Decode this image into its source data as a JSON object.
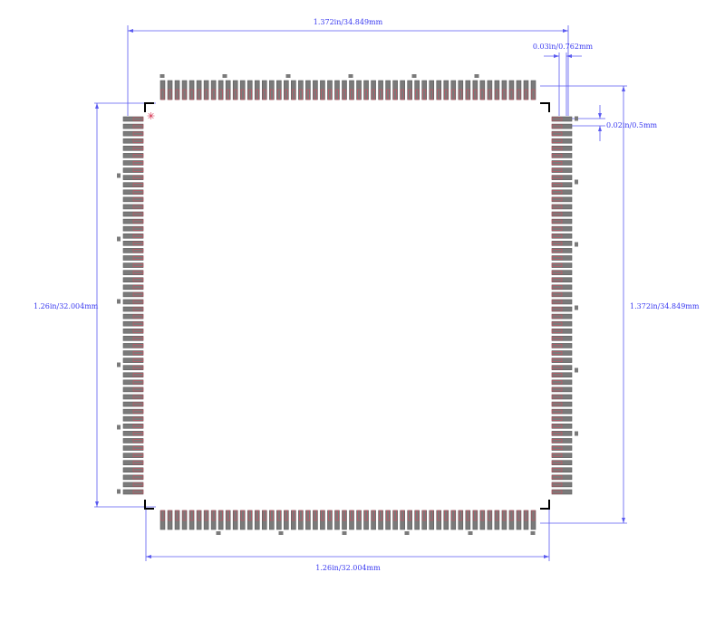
{
  "colors": {
    "dimension": "#4a4af0",
    "pad_fill": "#7a7a7a",
    "pad_stroke": "#5a5a5a",
    "pin_outline": "#d05060",
    "pin1_marker": "#d02040",
    "outline": "#000000",
    "background": "#ffffff"
  },
  "package": {
    "pins_per_side": 52,
    "pin1_marker_symbol": "✳"
  },
  "dimensions": {
    "top_overall": "1.372in/34.849mm",
    "pitch": "0.03in/0.762mm",
    "pad_width": "0.02in/0.5mm",
    "left_body": "1.26in/32.004mm",
    "right_overall": "1.372in/34.849mm",
    "bottom_body": "1.26in/32.004mm"
  }
}
